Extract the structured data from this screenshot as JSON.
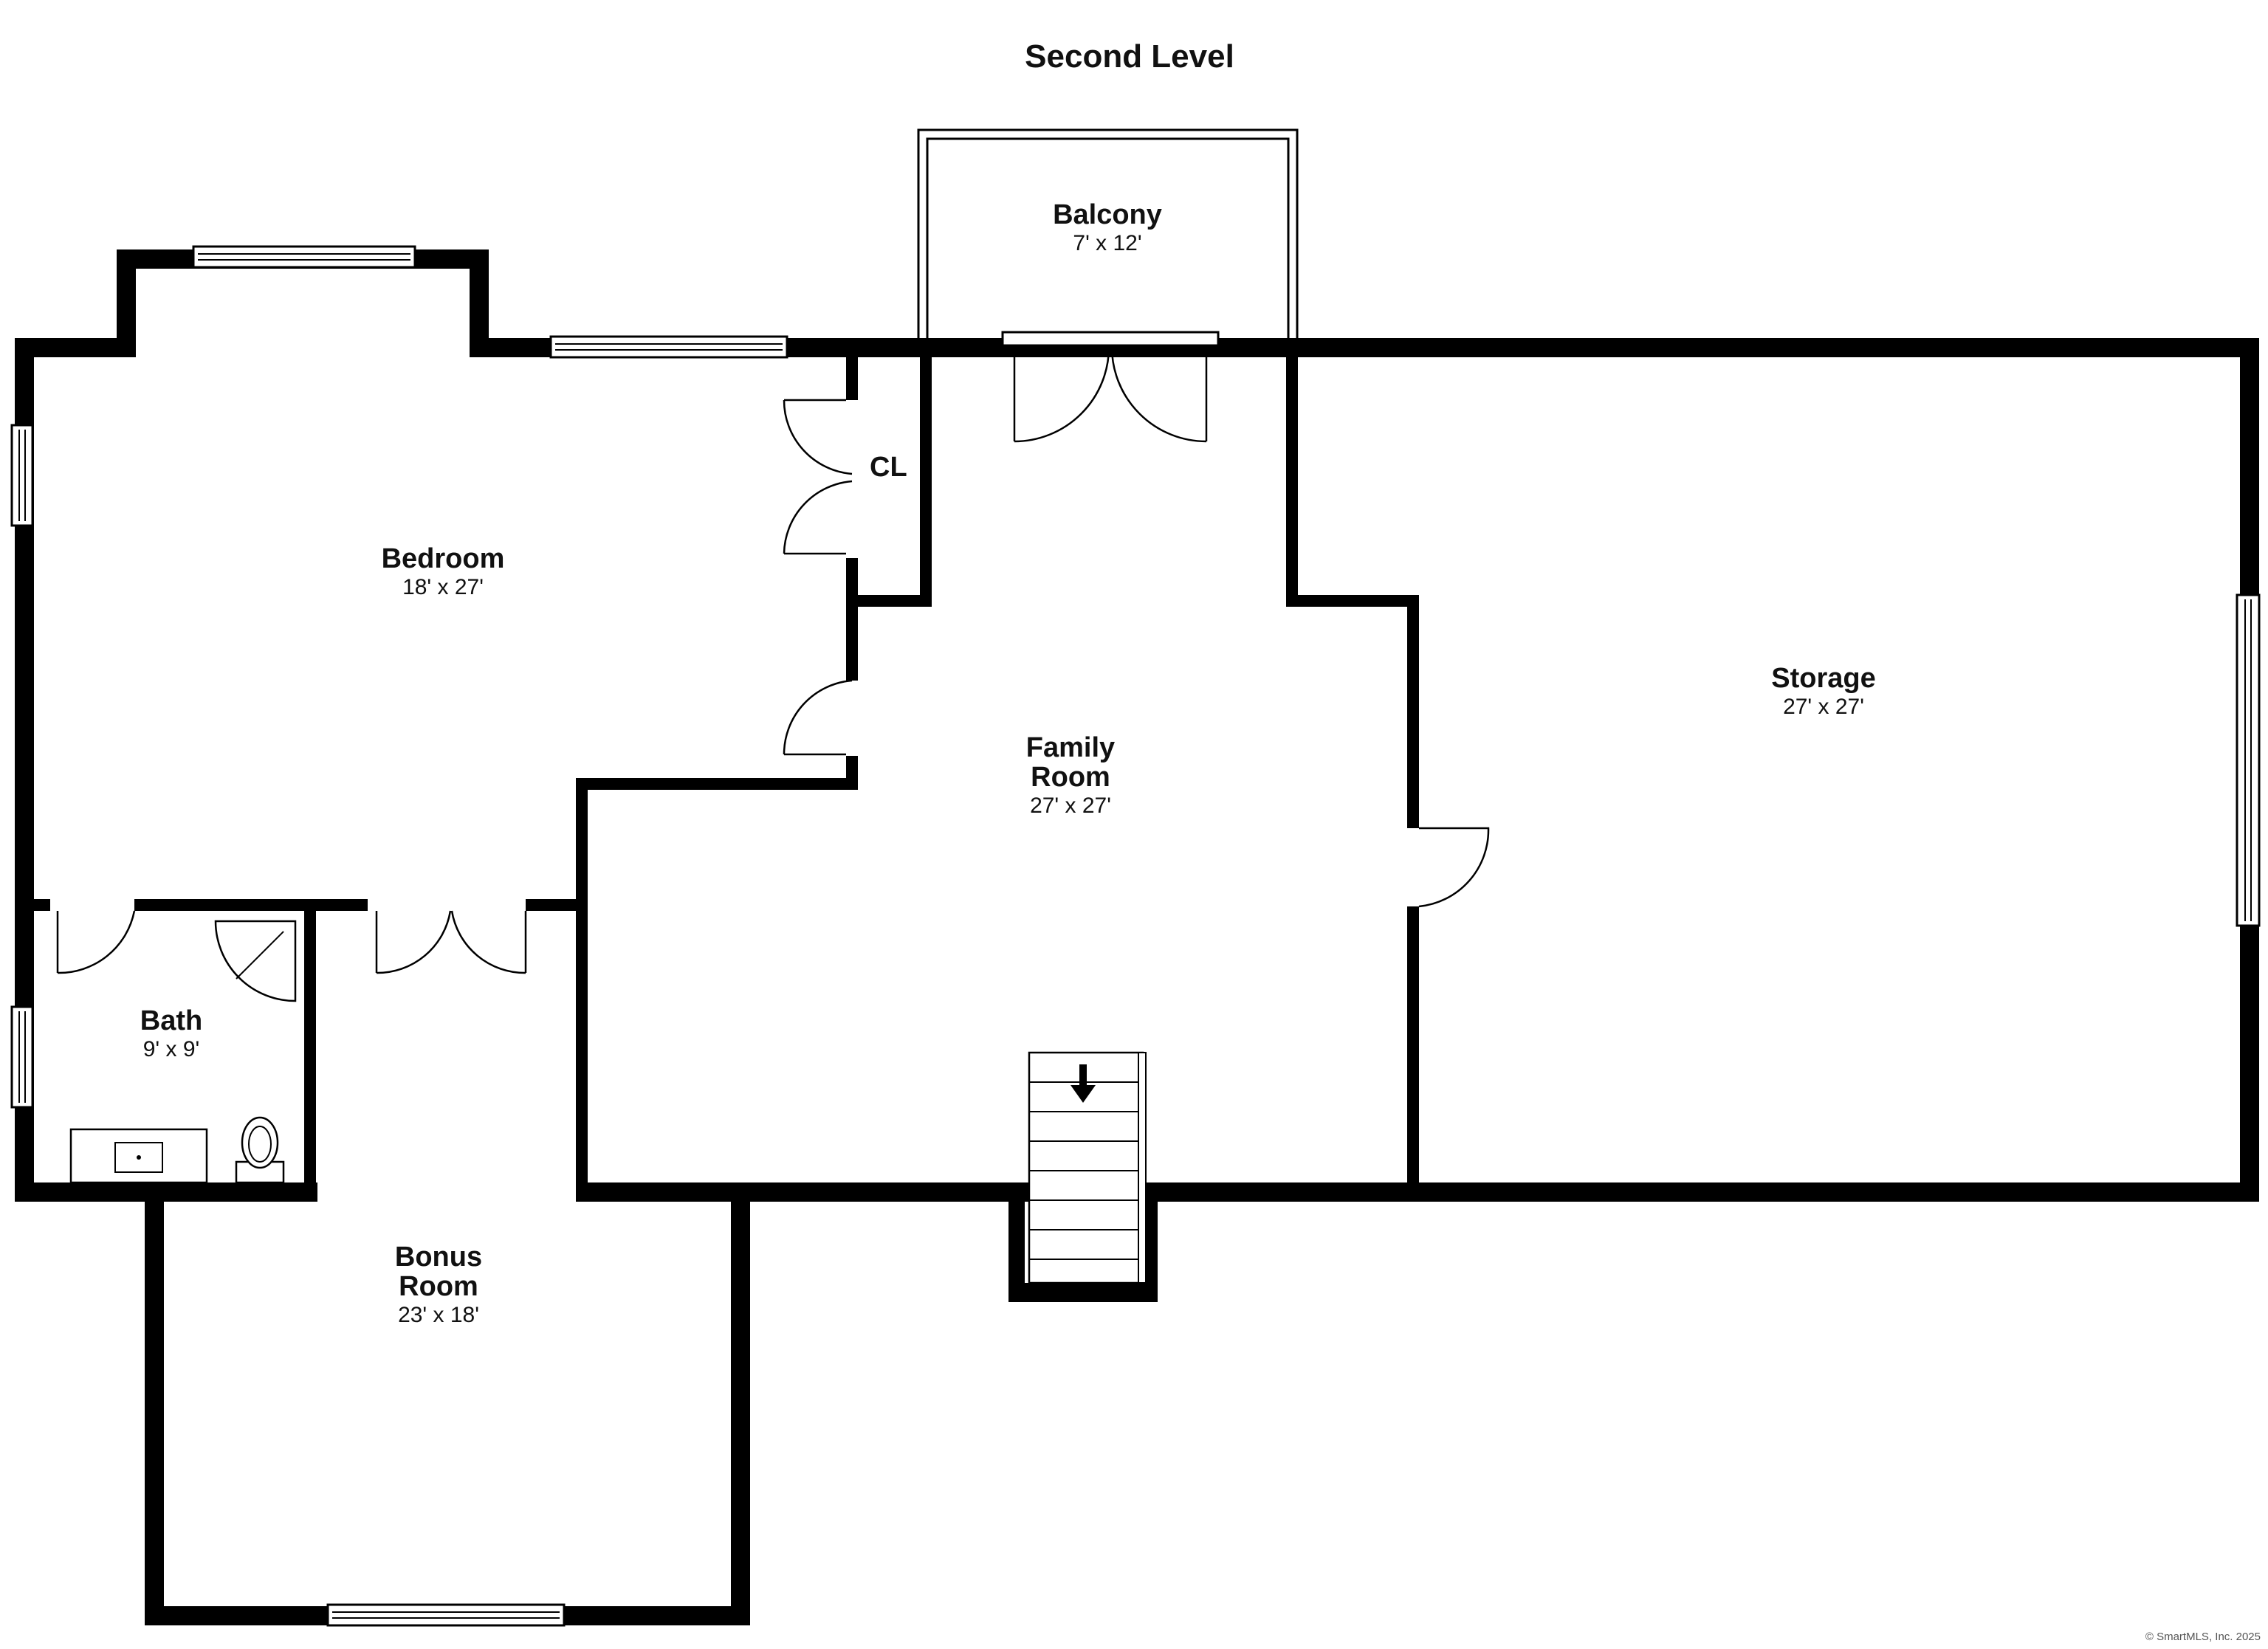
{
  "title": "Second Level",
  "copyright": "© SmartMLS, Inc. 2025",
  "rooms": {
    "balcony": {
      "name": "Balcony",
      "dims": "7' x 12'"
    },
    "bedroom": {
      "name": "Bedroom",
      "dims": "18' x 27'"
    },
    "closet": {
      "name": "CL"
    },
    "family": {
      "name_line1": "Family",
      "name_line2": "Room",
      "dims": "27' x 27'"
    },
    "storage": {
      "name": "Storage",
      "dims": "27' x 27'"
    },
    "bath": {
      "name": "Bath",
      "dims": "9' x 9'"
    },
    "bonus": {
      "name_line1": "Bonus",
      "name_line2": "Room",
      "dims": "23' x 18'"
    }
  },
  "icons": {
    "stair_arrow": "arrow-down-icon",
    "toilet": "toilet-icon",
    "sink": "sink-icon",
    "shower": "shower-icon"
  }
}
